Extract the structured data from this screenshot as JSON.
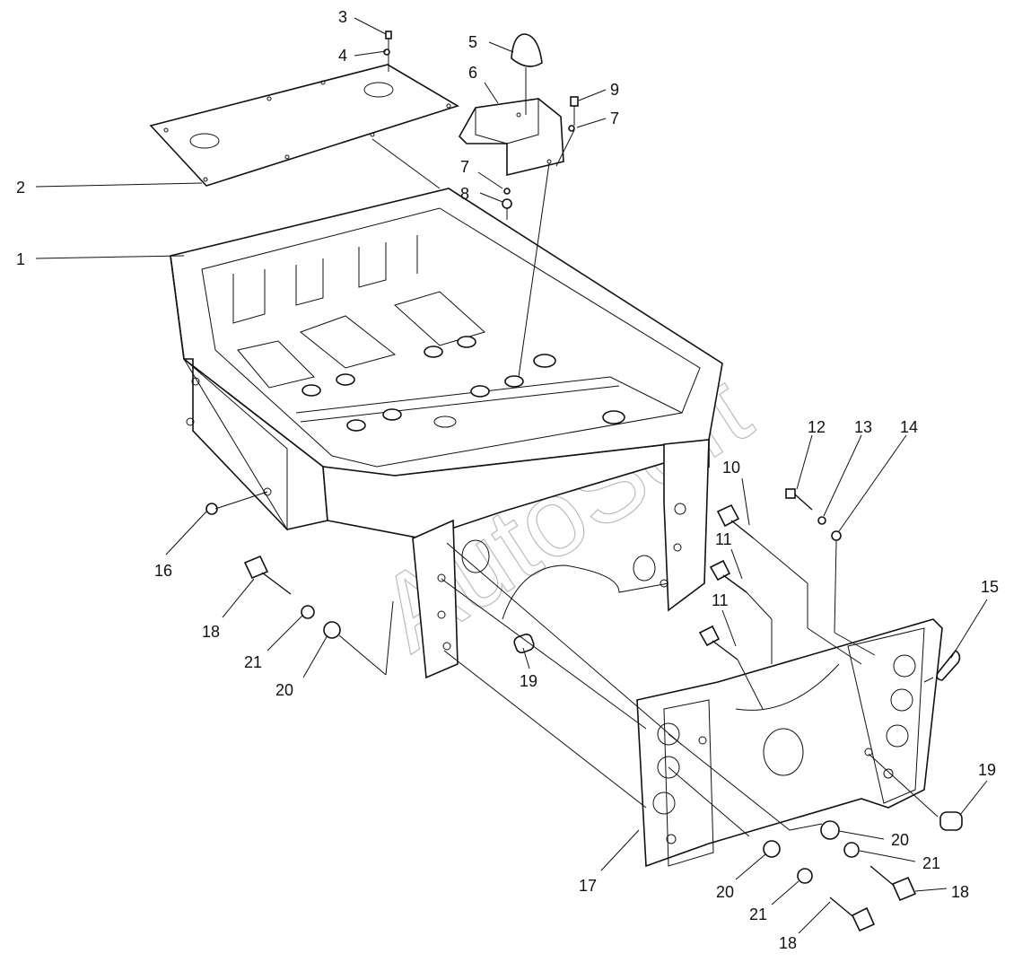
{
  "diagram": {
    "watermark": "AutoSoft",
    "callouts": [
      {
        "id": "c1",
        "label": "1"
      },
      {
        "id": "c2",
        "label": "2"
      },
      {
        "id": "c3",
        "label": "3"
      },
      {
        "id": "c4",
        "label": "4"
      },
      {
        "id": "c5",
        "label": "5"
      },
      {
        "id": "c6",
        "label": "6"
      },
      {
        "id": "c7a",
        "label": "7"
      },
      {
        "id": "c7b",
        "label": "7"
      },
      {
        "id": "c8",
        "label": "8"
      },
      {
        "id": "c9",
        "label": "9"
      },
      {
        "id": "c10",
        "label": "10"
      },
      {
        "id": "c11a",
        "label": "11"
      },
      {
        "id": "c11b",
        "label": "11"
      },
      {
        "id": "c12",
        "label": "12"
      },
      {
        "id": "c13",
        "label": "13"
      },
      {
        "id": "c14",
        "label": "14"
      },
      {
        "id": "c15",
        "label": "15"
      },
      {
        "id": "c16",
        "label": "16"
      },
      {
        "id": "c17",
        "label": "17"
      },
      {
        "id": "c18a",
        "label": "18"
      },
      {
        "id": "c18b",
        "label": "18"
      },
      {
        "id": "c18c",
        "label": "18"
      },
      {
        "id": "c19a",
        "label": "19"
      },
      {
        "id": "c19b",
        "label": "19"
      },
      {
        "id": "c20a",
        "label": "20"
      },
      {
        "id": "c20b",
        "label": "20"
      },
      {
        "id": "c20c",
        "label": "20"
      },
      {
        "id": "c21a",
        "label": "21"
      },
      {
        "id": "c21b",
        "label": "21"
      },
      {
        "id": "c21c",
        "label": "21"
      }
    ]
  }
}
